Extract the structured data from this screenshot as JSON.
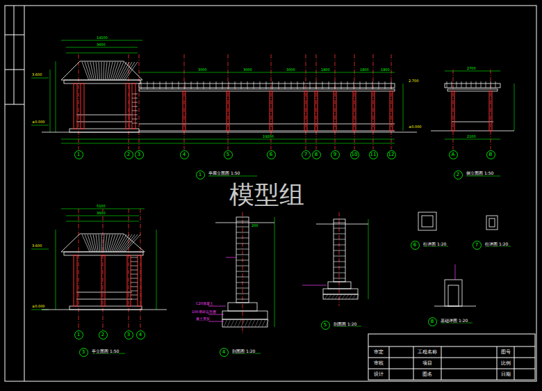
{
  "diagram": {
    "nodes": [
      {
        "text": [
          "1"
        ]
      },
      {
        "text": [
          "2"
        ]
      },
      {
        "text": [
          "3"
        ]
      },
      {
        "text": [
          "4"
        ]
      },
      {
        "text": [
          "5"
        ]
      },
      {
        "text": [
          "6"
        ]
      },
      {
        "text": [
          "7"
        ]
      },
      {
        "text": [
          "8"
        ]
      },
      {
        "text": [
          "9"
        ]
      },
      {
        "text": [
          "10"
        ]
      },
      {
        "text": [
          "11"
        ]
      },
      {
        "text": [
          "12"
        ]
      },
      {
        "text": [
          "A"
        ]
      },
      {
        "text": [
          "B"
        ]
      },
      {
        "text": [
          "1"
        ]
      },
      {
        "text": [
          "2"
        ]
      },
      {
        "text": [
          "3"
        ]
      },
      {
        "text": [
          "4"
        ]
      },
      {
        "text": [
          "1"
        ]
      },
      {
        "text": [
          "2"
        ]
      },
      {
        "text": [
          "3"
        ]
      },
      {
        "text": [
          "4"
        ]
      },
      {
        "text": [
          "5"
        ]
      },
      {
        "text": [
          "6"
        ]
      },
      {
        "text": [
          "7"
        ]
      },
      {
        "text": [
          "8"
        ]
      },
      {
        "text": [
          "审定"
        ]
      },
      {
        "text": [
          "审核"
        ]
      },
      {
        "text": [
          "设计"
        ]
      },
      {
        "text": [
          "工程名称"
        ]
      },
      {
        "text": [
          "项目"
        ]
      },
      {
        "text": [
          "图名"
        ]
      },
      {
        "text": [
          "图号"
        ]
      },
      {
        "text": [
          "比例"
        ]
      },
      {
        "text": [
          "日期"
        ]
      }
    ],
    "edges": [],
    "labels": [
      "模型组",
      "亭廊立面图 1:50",
      "侧立面图 1:50",
      "亭立面图 1:50",
      "剖面图 1:20",
      "剖面图 1:20",
      "柱详图 1:20",
      "柱详图 1:20",
      "基础详图 1:20",
      "14100",
      "3600",
      "3000",
      "3000",
      "3000",
      "1800",
      "1800",
      "1800",
      "19200",
      "2700",
      "2100",
      "±0.000",
      "3.600",
      "2.700",
      "±0.000",
      "5100",
      "3600",
      "±0.000",
      "3.600",
      "C20混凝土",
      "100厚碎石垫层",
      "素土夯实",
      "200"
    ]
  }
}
